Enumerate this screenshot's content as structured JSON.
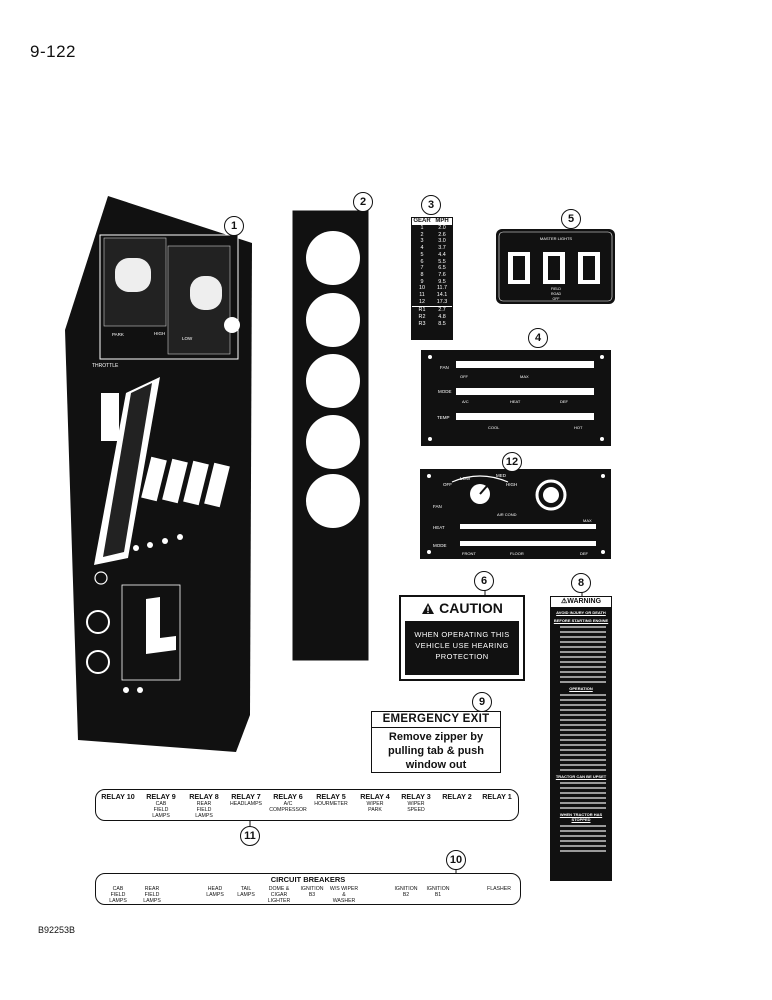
{
  "page": {
    "number": "9-122",
    "code": "B92253B"
  },
  "callouts": {
    "c1": "1",
    "c2": "2",
    "c3": "3",
    "c4": "4",
    "c5": "5",
    "c6": "6",
    "c8": "8",
    "c9": "9",
    "c10": "10",
    "c11": "11",
    "c12": "12"
  },
  "gear_table": {
    "header_gear": "GEAR",
    "header_mph": "MPH",
    "rows": [
      {
        "gear": "1",
        "mph": "2.0"
      },
      {
        "gear": "2",
        "mph": "2.6"
      },
      {
        "gear": "3",
        "mph": "3.0"
      },
      {
        "gear": "4",
        "mph": "3.7"
      },
      {
        "gear": "5",
        "mph": "4.4"
      },
      {
        "gear": "6",
        "mph": "5.5"
      },
      {
        "gear": "7",
        "mph": "6.5"
      },
      {
        "gear": "8",
        "mph": "7.6"
      },
      {
        "gear": "9",
        "mph": "9.5"
      },
      {
        "gear": "10",
        "mph": "11.7"
      },
      {
        "gear": "11",
        "mph": "14.1"
      },
      {
        "gear": "12",
        "mph": "17.3"
      }
    ],
    "reverse": [
      {
        "gear": "R1",
        "mph": "2.7"
      },
      {
        "gear": "R2",
        "mph": "4.8"
      },
      {
        "gear": "R3",
        "mph": "8.5"
      }
    ]
  },
  "caution": {
    "title": "CAUTION",
    "line1": "WHEN OPERATING THIS",
    "line2": "VEHICLE USE HEARING",
    "line3": "PROTECTION"
  },
  "emergency": {
    "title": "EMERGENCY EXIT",
    "line1": "Remove zipper by",
    "line2": "pulling tab & push",
    "line3": "window out"
  },
  "warning": {
    "title": "WARNING",
    "sub1": "AVOID INJURY OR DEATH",
    "sub2": "BEFORE STARTING ENGINE",
    "sub3": "OPERATION",
    "sub4": "TRACTOR CAN BE UPSET",
    "sub5": "WHEN TRACTOR HAS STOPPED"
  },
  "hvac_panel_4": {
    "fan": "FAN",
    "off": "OFF",
    "max": "MAX",
    "mode": "MODE",
    "ac": "A/C",
    "heat": "HEAT",
    "def": "DEF",
    "temp": "TEMP",
    "cool": "COOL",
    "hot": "HOT"
  },
  "hvac_panel_12": {
    "low": "LOW",
    "med": "MED",
    "high": "HIGH",
    "off": "OFF",
    "fan": "FAN",
    "air_cond": "AIR COND",
    "heat": "HEAT",
    "mode": "MODE",
    "front": "FRONT",
    "floor": "FLOOR",
    "def": "DEF",
    "max": "MAX"
  },
  "switch_panel_5": {
    "top": "MASTER LIGHTS",
    "bottom1": "FIELD",
    "bottom2": "ROAD",
    "bottom3": "OFF"
  },
  "relays": [
    {
      "label": "RELAY 10",
      "desc1": "",
      "desc2": "",
      "desc3": ""
    },
    {
      "label": "RELAY 9",
      "desc1": "CAB",
      "desc2": "FIELD",
      "desc3": "LAMPS"
    },
    {
      "label": "RELAY 8",
      "desc1": "REAR",
      "desc2": "FIELD",
      "desc3": "LAMPS"
    },
    {
      "label": "RELAY 7",
      "desc1": "",
      "desc2": "HEADLAMPS",
      "desc3": ""
    },
    {
      "label": "RELAY 6",
      "desc1": "A/C",
      "desc2": "COMPRESSOR",
      "desc3": ""
    },
    {
      "label": "RELAY 5",
      "desc1": "",
      "desc2": "HOURMETER",
      "desc3": ""
    },
    {
      "label": "RELAY 4",
      "desc1": "WIPER",
      "desc2": "PARK",
      "desc3": ""
    },
    {
      "label": "RELAY 3",
      "desc1": "WIPER",
      "desc2": "SPEED",
      "desc3": ""
    },
    {
      "label": "RELAY 2",
      "desc1": "",
      "desc2": "",
      "desc3": ""
    },
    {
      "label": "RELAY 1",
      "desc1": "",
      "desc2": "",
      "desc3": ""
    }
  ],
  "breakers": {
    "title": "CIRCUIT BREAKERS",
    "items": [
      {
        "l1": "CAB",
        "l2": "FIELD",
        "l3": "LAMPS"
      },
      {
        "l1": "REAR",
        "l2": "FIELD",
        "l3": "LAMPS"
      },
      {
        "l1": "HEAD",
        "l2": "LAMPS",
        "l3": ""
      },
      {
        "l1": "TAIL",
        "l2": "LAMPS",
        "l3": ""
      },
      {
        "l1": "DOME &",
        "l2": "CIGAR",
        "l3": "LIGHTER"
      },
      {
        "l1": "IGNITION",
        "l2": "B3",
        "l3": ""
      },
      {
        "l1": "W/S WIPER",
        "l2": "&",
        "l3": "WASHER"
      },
      {
        "l1": "IGNITION",
        "l2": "B2",
        "l3": ""
      },
      {
        "l1": "IGNITION",
        "l2": "B1",
        "l3": ""
      },
      {
        "l1": "FLASHER",
        "l2": "",
        "l3": ""
      }
    ]
  },
  "console_panel_1": {
    "throttle": "THROTTLE",
    "park": "PARK",
    "high": "HIGH",
    "low": "LOW"
  }
}
